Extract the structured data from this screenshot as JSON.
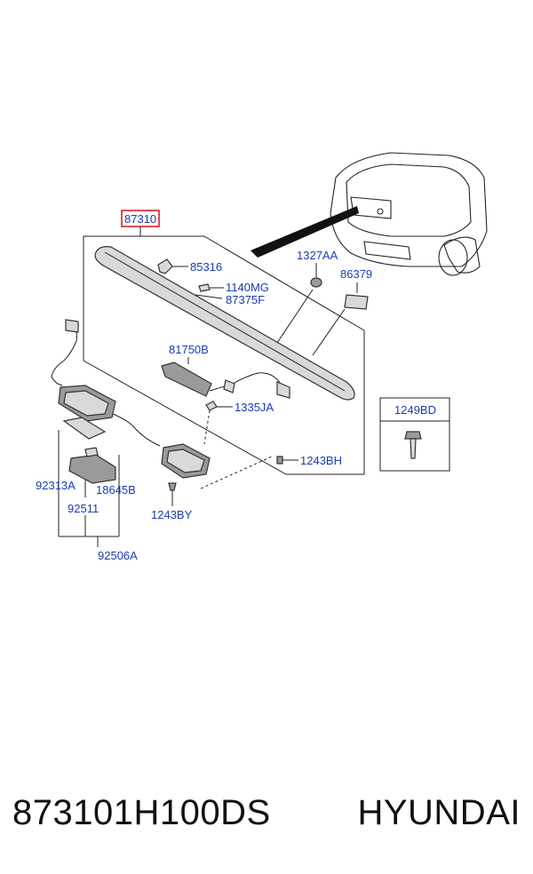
{
  "diagram": {
    "labels": {
      "main_part": "87310",
      "p85316": "85316",
      "p1140mg": "1140MG",
      "p87375f": "87375F",
      "p1327aa": "1327AA",
      "p86379": "86379",
      "p81750b": "81750B",
      "p1335ja": "1335JA",
      "p1243bh": "1243BH",
      "p1243by": "1243BY",
      "p92313a": "92313A",
      "p18645b": "18645B",
      "p92511": "92511",
      "p92506a": "92506A",
      "p1249bd": "1249BD"
    }
  },
  "caption": {
    "part_number": "873101H100DS",
    "brand": "HYUNDAI"
  }
}
